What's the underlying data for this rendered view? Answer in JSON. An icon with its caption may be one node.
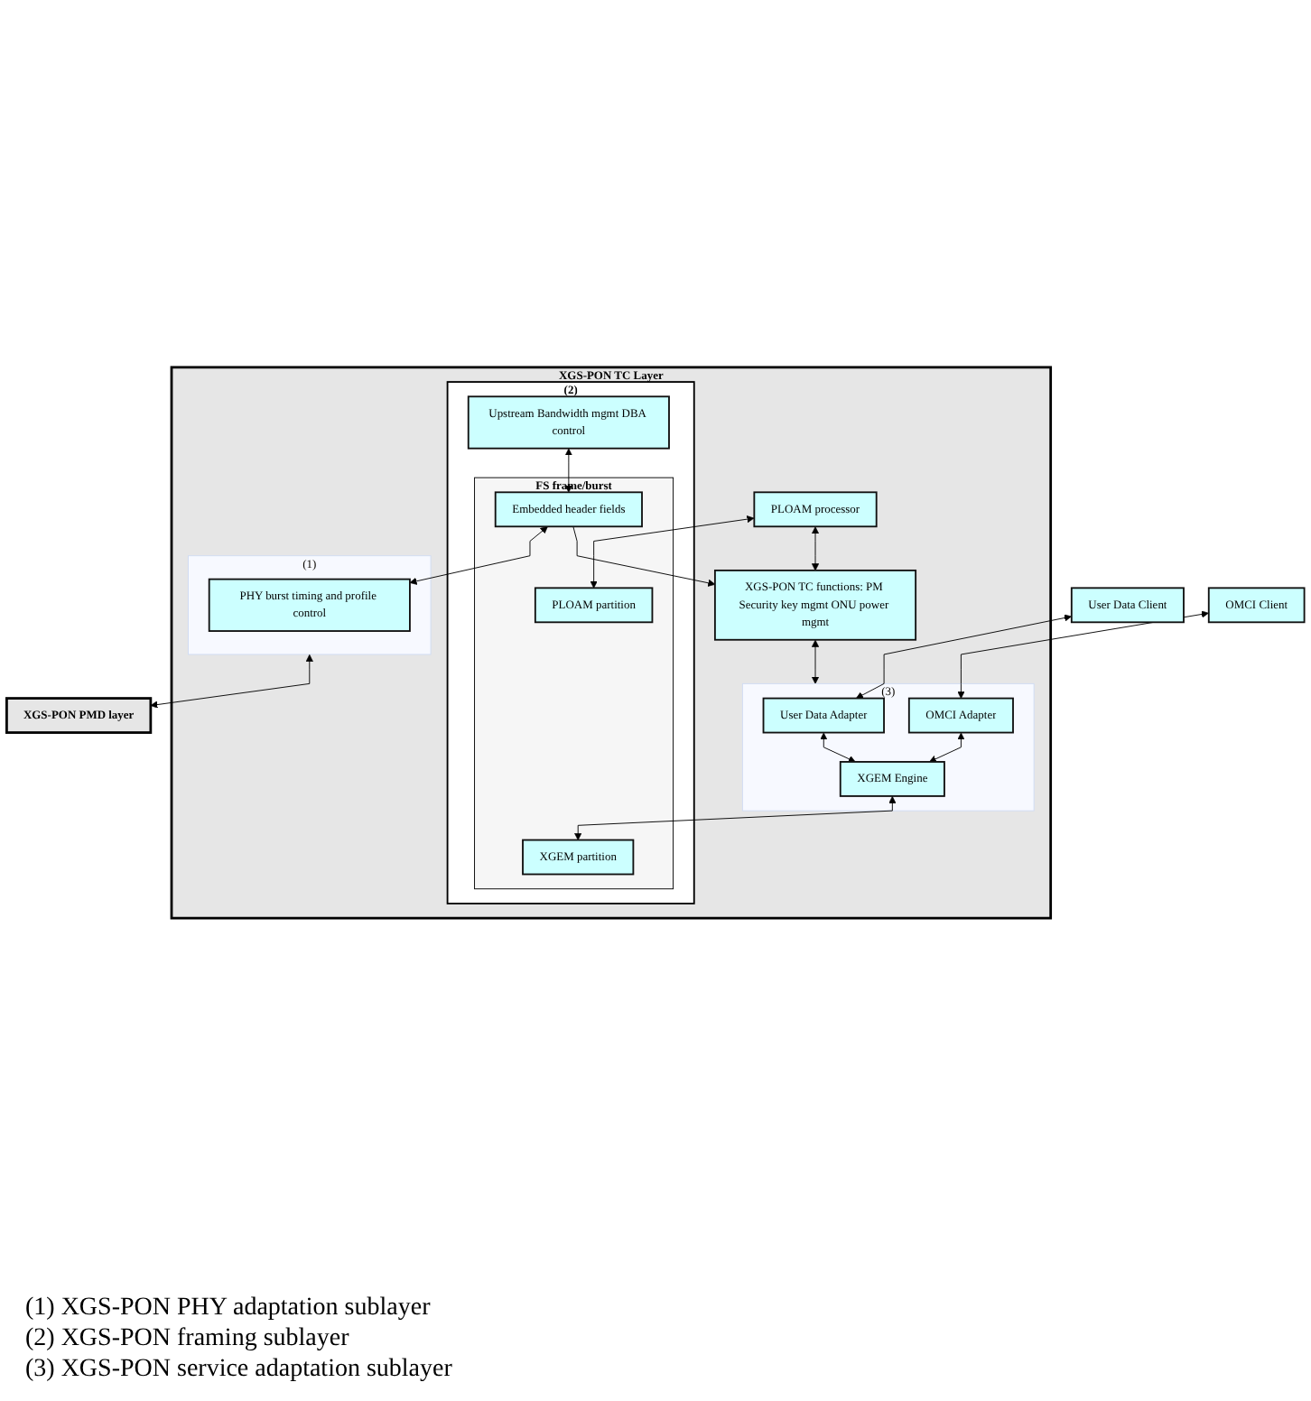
{
  "diagram": {
    "nodes": [
      {
        "text": [
          "User Data Client"
        ]
      },
      {
        "text": [
          "OMCI Client"
        ]
      },
      {
        "text": [
          "XGS-PON TC Layer"
        ]
      },
      {
        "text": [
          "PLOAM processor"
        ],
        "in": 2
      },
      {
        "text": [
          "XGS-PON TC functions: PM Security key mgmt ONU power mgmt"
        ],
        "in": 2
      },
      {
        "text": [
          "(3)"
        ],
        "in": 2
      },
      {
        "text": [
          "User Data Adapter"
        ],
        "in": 5
      },
      {
        "text": [
          "OMCI Adapter"
        ],
        "in": 5
      },
      {
        "text": [
          "XGEM Engine"
        ],
        "in": 5
      },
      {
        "text": [
          "(2)"
        ],
        "in": 2
      },
      {
        "text": [
          "Upstream Bandwidth mgmt DBA control"
        ],
        "in": 9
      },
      {
        "text": [
          "FS frame/burst"
        ],
        "in": 9
      },
      {
        "text": [
          "PLOAM partition"
        ],
        "in": 11
      },
      {
        "text": [
          "Embedded header fields"
        ],
        "in": 11
      },
      {
        "text": [
          "XGEM partition"
        ],
        "in": 11
      },
      {
        "text": [
          "(1)"
        ],
        "in": 2
      },
      {
        "text": [
          "PHY burst timing and profile control"
        ],
        "in": 15
      },
      {
        "text": [
          "XGS-PON PMD layer"
        ]
      }
    ],
    "edges": [
      {
        "from": 0,
        "to": 6,
        "arrow": "both"
      },
      {
        "from": 1,
        "to": 7,
        "arrow": "both"
      },
      {
        "from": 3,
        "to": 4,
        "arrow": "both"
      },
      {
        "from": 4,
        "to": 5,
        "arrow": "both"
      },
      {
        "from": 6,
        "to": 8,
        "arrow": "both"
      },
      {
        "from": 7,
        "to": 8,
        "arrow": "both"
      },
      {
        "from": 3,
        "to": 12,
        "arrow": "both"
      },
      {
        "from": 13,
        "to": 4,
        "arrow": "to"
      },
      {
        "from": 8,
        "to": 14,
        "arrow": "both"
      },
      {
        "from": 10,
        "to": 13,
        "arrow": "both"
      },
      {
        "from": 13,
        "to": 16,
        "arrow": "both"
      },
      {
        "from": 15,
        "to": 17,
        "arrow": "both"
      }
    ],
    "labels": [
      "(1) XGS-PON PHY adaptation sublayer",
      "(2) XGS-PON framing sublayer",
      "(3) XGS-PON service adaptation sublayer"
    ]
  }
}
